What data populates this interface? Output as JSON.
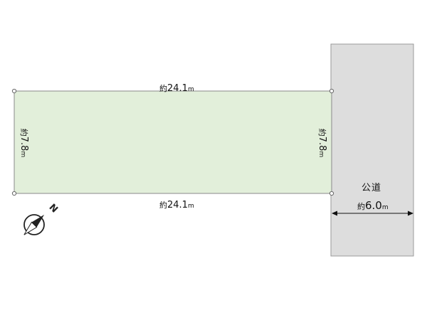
{
  "plot": {
    "top_length": {
      "prefix": "約",
      "value": "24.1",
      "unit": "m"
    },
    "bottom_length": {
      "prefix": "約",
      "value": "24.1",
      "unit": "m"
    },
    "left_depth": {
      "prefix": "約",
      "value": "7.8",
      "unit": "m"
    },
    "right_depth": {
      "prefix": "約",
      "value": "7.8",
      "unit": "m"
    }
  },
  "road": {
    "name": "公道",
    "width": {
      "prefix": "約",
      "value": "6.0",
      "unit": "m"
    }
  },
  "compass": {
    "letter": "N",
    "icon": "north-compass-icon"
  },
  "colors": {
    "plot_fill": "#e2efda",
    "plot_border": "#8a8a8a",
    "road_fill": "#dddddd",
    "road_border": "#9a9a9a"
  }
}
